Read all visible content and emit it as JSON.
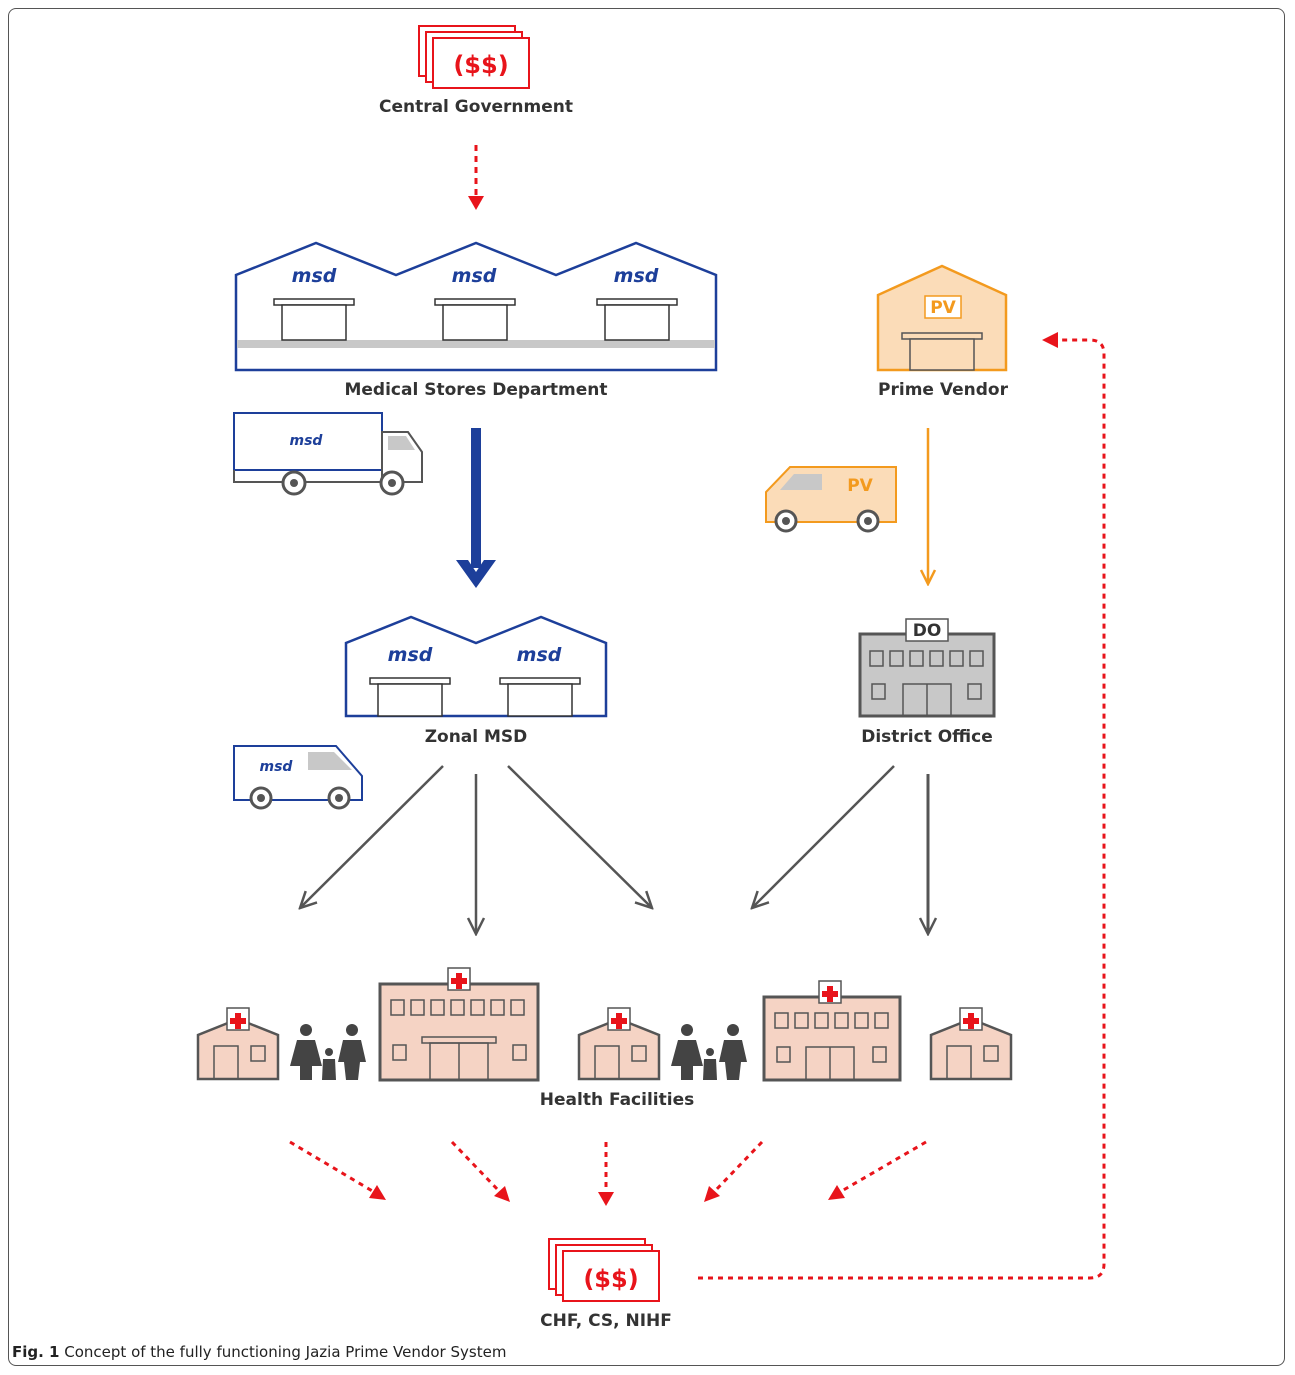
{
  "nodes": {
    "central_government": "Central Government",
    "medical_stores": "Medical Stores Department",
    "prime_vendor": "Prime Vendor",
    "zonal_msd": "Zonal MSD",
    "district_office": "District Office",
    "health_facilities": "Health Facilities",
    "funds": "CHF, CS, NIHF"
  },
  "icons": {
    "money": "($$)",
    "msd_brand": "msd",
    "pv_brand": "PV",
    "do_brand": "DO"
  },
  "caption": {
    "label": "Fig. 1",
    "text": "Concept of the fully functioning Jazia Prime Vendor System"
  },
  "colors": {
    "msd_blue": "#1d3f9a",
    "pv_orange": "#f39a1e",
    "money_red": "#e8141b",
    "facility_pink": "#f5d3c4",
    "gray": "#555555"
  }
}
